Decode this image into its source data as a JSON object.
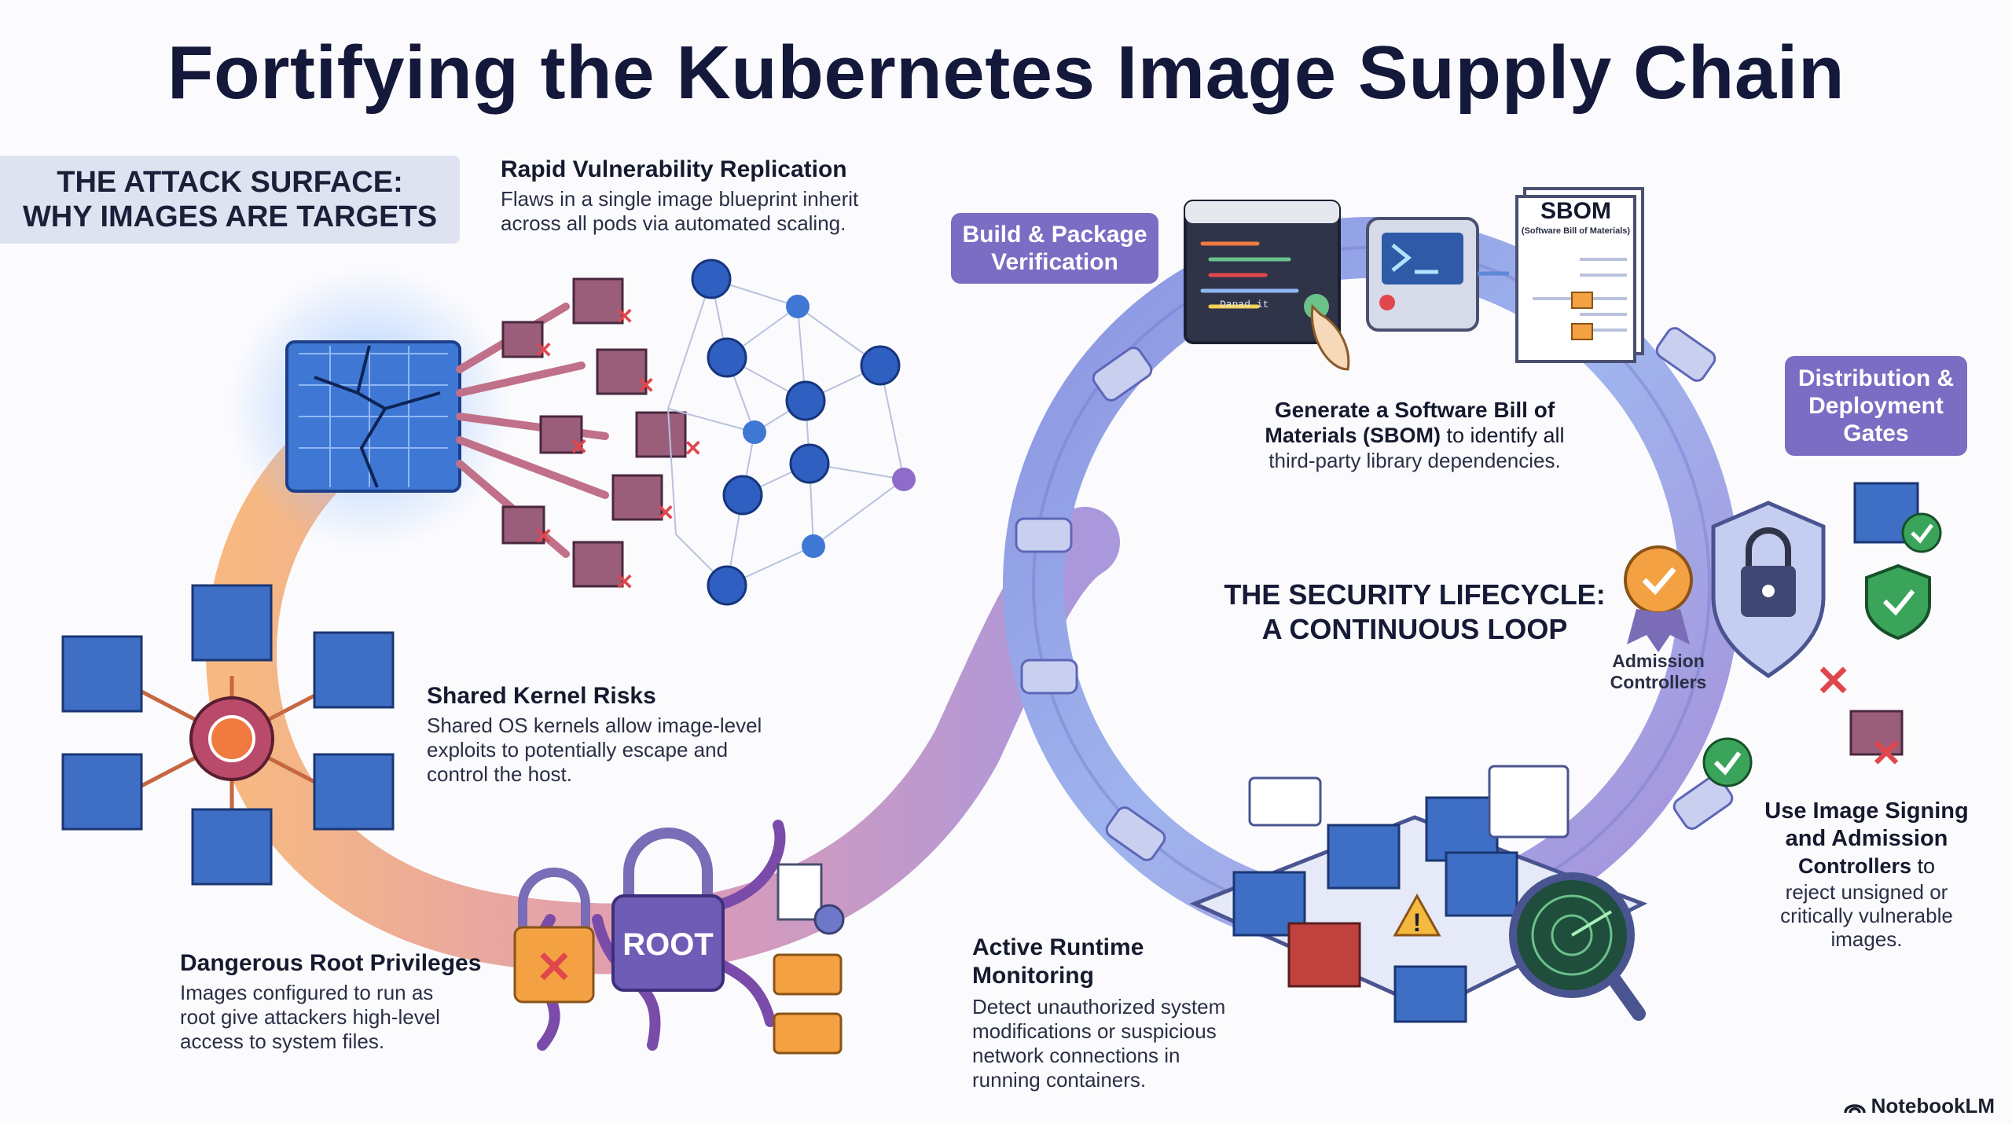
{
  "title": "Fortifying the Kubernetes Image Supply Chain",
  "attack_surface": {
    "label_line1": "THE ATTACK SURFACE:",
    "label_line2": "WHY IMAGES ARE TARGETS",
    "items": [
      {
        "heading": "Rapid Vulnerability Replication",
        "body_line1": "Flaws in a single image blueprint inherit",
        "body_line2": "across all pods via automated scaling."
      },
      {
        "heading": "Shared Kernel Risks",
        "body_line1": "Shared OS kernels allow image-level",
        "body_line2": "exploits to potentially escape and",
        "body_line3": "control the host."
      },
      {
        "heading": "Dangerous Root Privileges",
        "body_line1": "Images configured to run as",
        "body_line2": "root give attackers high-level",
        "body_line3": "access to system files."
      }
    ],
    "root_label": "ROOT"
  },
  "lifecycle": {
    "center_line1": "THE SECURITY LIFECYCLE:",
    "center_line2": "A CONTINUOUS LOOP",
    "stages": {
      "build_line1": "Build & Package",
      "build_line2": "Verification",
      "distribution_line1": "Distribution &",
      "distribution_line2": "Deployment",
      "distribution_line3": "Gates"
    },
    "sbom": {
      "doc_title": "SBOM",
      "doc_subtitle": "(Software Bill of Materials)",
      "heading_line1": "Generate a Software Bill of",
      "heading_line2_bold": "Materials (SBOM)",
      "heading_line2_rest": " to identify all",
      "heading_line3": "third-party library dependencies.",
      "code_snippet": "Danad it"
    },
    "admission": {
      "label_line1": "Admission",
      "label_line2": "Controllers"
    },
    "signing": {
      "line1": "Use Image Signing",
      "line2": "and Admission",
      "line3_bold": "Controllers",
      "line3_rest": " to",
      "line4": "reject unsigned or",
      "line5": "critically vulnerable",
      "line6": "images."
    },
    "runtime": {
      "heading_line1": "Active Runtime",
      "heading_line2": "Monitoring",
      "body_line1": "Detect unauthorized system",
      "body_line2": "modifications or suspicious",
      "body_line3": "network connections in",
      "body_line4": "running containers."
    }
  },
  "brand": "NotebookLM",
  "colors": {
    "accent_purple": "#7b6cc4",
    "container_blue": "#3e6fc4",
    "danger_red": "#e0474c",
    "success_green": "#3aa55a",
    "ring_blue": "#8fa3e6",
    "path_orange": "#f6ad6b"
  }
}
